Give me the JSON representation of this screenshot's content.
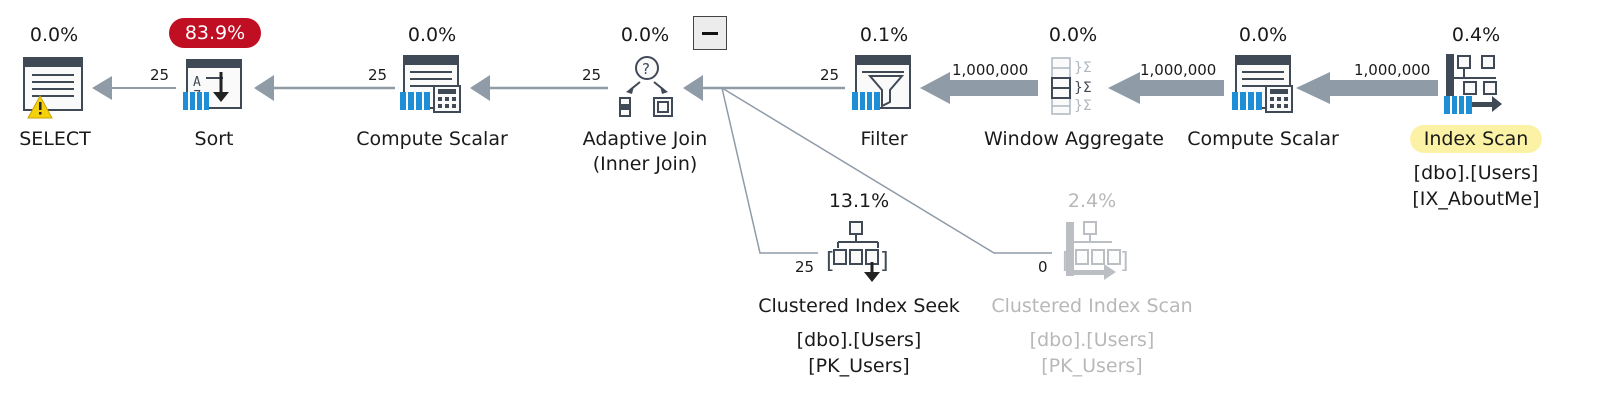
{
  "operators": [
    {
      "id": "select",
      "label": "SELECT",
      "cost": "0.0%",
      "warning": true
    },
    {
      "id": "sort",
      "label": "Sort",
      "cost": "83.9%",
      "highlight_cost": true
    },
    {
      "id": "compute-scalar-1",
      "label": "Compute Scalar",
      "cost": "0.0%"
    },
    {
      "id": "adaptive-join",
      "label": "Adaptive Join",
      "label2": "(Inner Join)",
      "cost": "0.0%"
    },
    {
      "id": "filter",
      "label": "Filter",
      "cost": "0.1%"
    },
    {
      "id": "window-aggregate",
      "label": "Window Aggregate",
      "cost": "0.0%"
    },
    {
      "id": "compute-scalar-2",
      "label": "Compute Scalar",
      "cost": "0.0%"
    },
    {
      "id": "index-scan",
      "label": "Index Scan",
      "cost": "0.4%",
      "object": "[dbo].[Users]",
      "index": "[IX_AboutMe]",
      "selected": true
    },
    {
      "id": "clustered-index-seek",
      "label": "Clustered Index Seek",
      "cost": "13.1%",
      "object": "[dbo].[Users]",
      "index": "[PK_Users]"
    },
    {
      "id": "clustered-index-scan",
      "label": "Clustered Index Scan",
      "cost": "2.4%",
      "object": "[dbo].[Users]",
      "index": "[PK_Users]",
      "dimmed": true
    }
  ],
  "edges": [
    {
      "from": "sort",
      "to": "select",
      "rows": "25"
    },
    {
      "from": "compute-scalar-1",
      "to": "sort",
      "rows": "25"
    },
    {
      "from": "adaptive-join",
      "to": "compute-scalar-1",
      "rows": "25"
    },
    {
      "from": "filter",
      "to": "adaptive-join",
      "rows": "25"
    },
    {
      "from": "window-aggregate",
      "to": "filter",
      "rows": "1,000,000"
    },
    {
      "from": "compute-scalar-2",
      "to": "window-aggregate",
      "rows": "1,000,000"
    },
    {
      "from": "index-scan",
      "to": "compute-scalar-2",
      "rows": "1,000,000"
    },
    {
      "from": "clustered-index-seek",
      "to": "adaptive-join",
      "rows": "25"
    },
    {
      "from": "clustered-index-scan",
      "to": "adaptive-join",
      "rows": "0"
    }
  ],
  "collapse_toggle": "−",
  "colors": {
    "edge": "#8f9ba7",
    "cost_hot": "#c00e23",
    "selected_bg": "#fbf2a6",
    "dim_text": "#b8b8b8",
    "icon_blue": "#1e8fd6",
    "icon_dark": "#404a57"
  }
}
